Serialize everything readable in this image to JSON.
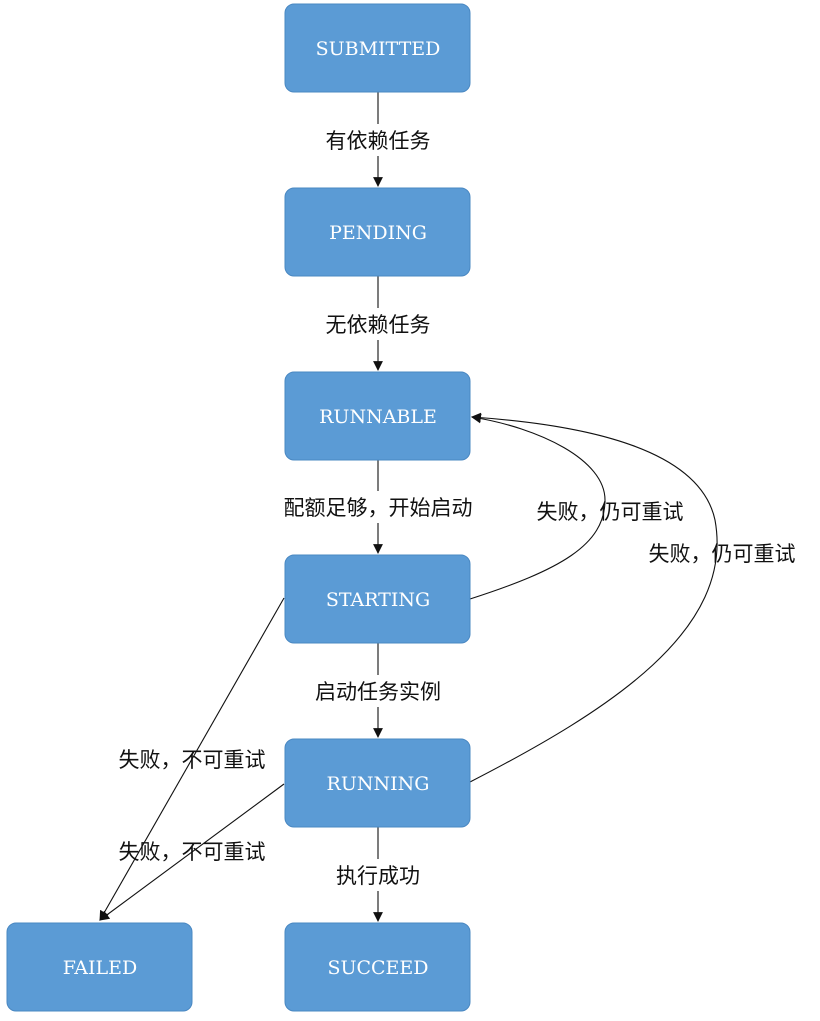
{
  "nodes": {
    "submitted": "SUBMITTED",
    "pending": "PENDING",
    "runnable": "RUNNABLE",
    "starting": "STARTING",
    "running": "RUNNING",
    "failed": "FAILED",
    "succeed": "SUCCEED"
  },
  "edges": {
    "submitted_to_pending": "有依赖任务",
    "pending_to_runnable": "无依赖任务",
    "runnable_to_starting": "配额足够，开始启动",
    "starting_to_running": "启动任务实例",
    "running_to_succeed": "执行成功",
    "starting_to_runnable": "失败，仍可重试",
    "running_to_runnable": "失败，仍可重试",
    "starting_to_failed": "失败，不可重试",
    "running_to_failed": "失败，不可重试"
  },
  "colors": {
    "node_fill": "#5b9bd5",
    "node_text": "#ffffff",
    "edge": "#111111"
  }
}
